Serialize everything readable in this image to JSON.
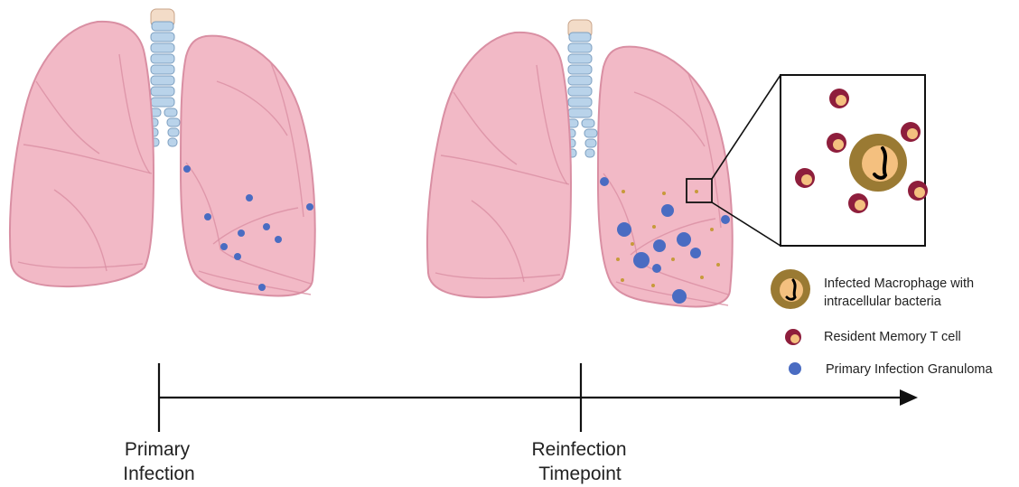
{
  "colors": {
    "lung_fill": "#f2b9c6",
    "lung_stroke": "#d98fa3",
    "lung_vein": "#d07c93",
    "trachea": "#b9d3ea",
    "granuloma": "#4a6cc2",
    "macrophage_outer": "#9a7a33",
    "macrophage_inner": "#f4c07f",
    "t_cell_outer": "#8e1e3c",
    "t_cell_inner": "#f4c07f",
    "bacterium": "#000000",
    "timeline": "#111111",
    "text": "#222222"
  },
  "timeline": {
    "primary_label": [
      "Primary",
      "Infection"
    ],
    "reinfection_label": [
      "Reinfection",
      "Timepoint"
    ]
  },
  "legend": {
    "macrophage_label": [
      "Infected Macrophage with",
      "intracellular bacteria"
    ],
    "t_cell_label": "Resident Memory T cell",
    "granuloma_label": "Primary Infection Granuloma"
  }
}
